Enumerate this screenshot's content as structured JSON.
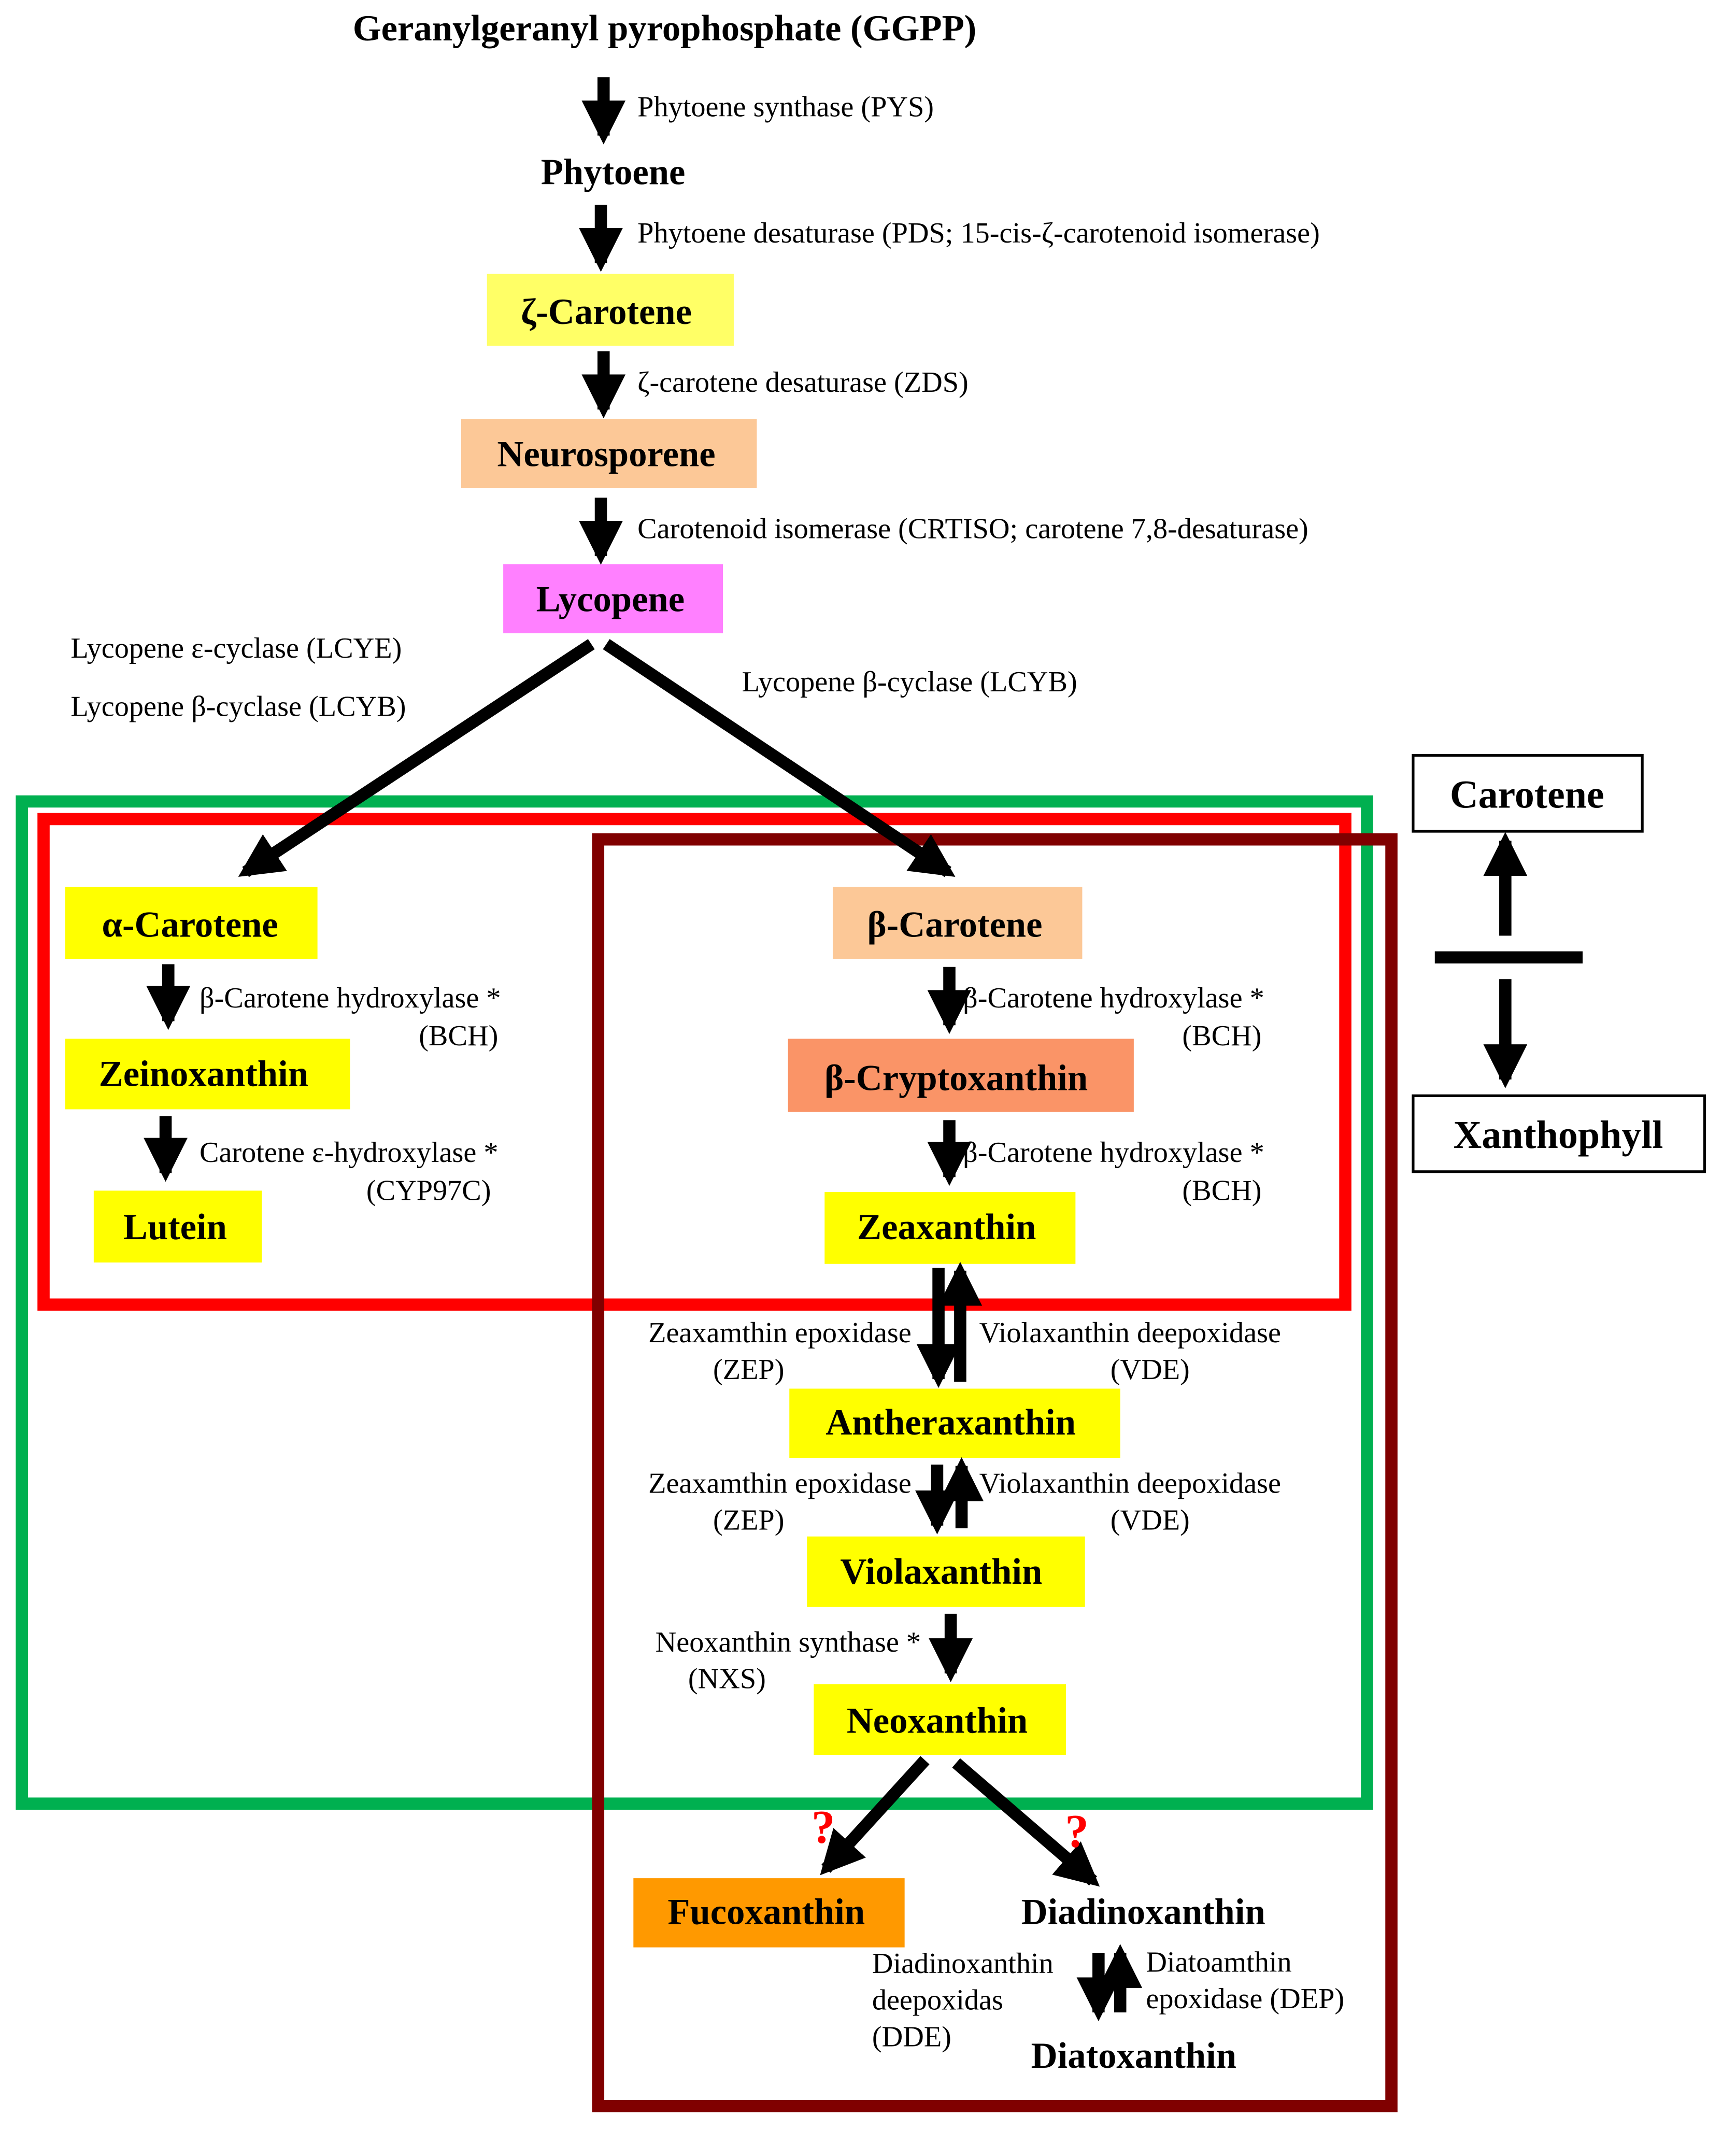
{
  "compounds": {
    "ggpp": "Geranylgeranyl pyrophosphate (GGPP)",
    "phytoene": "Phytoene",
    "zeta_carotene": "ζ-Carotene",
    "neurosporene": "Neurosporene",
    "lycopene": "Lycopene",
    "alpha_carotene": "α-Carotene",
    "zeinoxanthin": "Zeinoxanthin",
    "lutein": "Lutein",
    "beta_carotene": "β-Carotene",
    "beta_cryptoxanthin": "β-Cryptoxanthin",
    "zeaxanthin": "Zeaxanthin",
    "antheraxanthin": "Antheraxanthin",
    "violaxanthin": "Violaxanthin",
    "neoxanthin": "Neoxanthin",
    "fucoxanthin": "Fucoxanthin",
    "diadinoxanthin": "Diadinoxanthin",
    "diatoxanthin": "Diatoxanthin"
  },
  "enzymes": {
    "pys": "Phytoene synthase (PYS)",
    "pds": "Phytoene desaturase (PDS; 15-cis-ζ-carotenoid isomerase)",
    "zds": "ζ-carotene desaturase (ZDS)",
    "crtiso": "Carotenoid isomerase (CRTISO; carotene 7,8-desaturase)",
    "lcye": "Lycopene ε-cyclase (LCYE)",
    "lcyb_left": "Lycopene β-cyclase (LCYB)",
    "lcyb_right": "Lycopene β-cyclase (LCYB)",
    "bch_alpha_name": "β-Carotene hydroxylase *",
    "bch_alpha_abbr": "(BCH)",
    "cyp_name": "Carotene ε-hydroxylase *",
    "cyp_abbr": "(CYP97C)",
    "bch_beta1_name": "β-Carotene hydroxylase *",
    "bch_beta1_abbr": "(BCH)",
    "bch_beta2_name": "β-Carotene hydroxylase *",
    "bch_beta2_abbr": "(BCH)",
    "zep1_name": "Zeaxamthin epoxidase",
    "zep1_abbr": "(ZEP)",
    "vde1_name": "Violaxanthin deepoxidase",
    "vde1_abbr": "(VDE)",
    "zep2_name": "Zeaxamthin epoxidase",
    "zep2_abbr": "(ZEP)",
    "vde2_name": "Violaxanthin deepoxidase",
    "vde2_abbr": "(VDE)",
    "nxs_name": "Neoxanthin synthase *",
    "nxs_abbr": "(NXS)",
    "dde_line1": "Diadinoxanthin",
    "dde_line2": "deepoxidas",
    "dde_line3": "(DDE)",
    "dep_line1": "Diatoamthin",
    "dep_line2": "epoxidase (DEP)"
  },
  "unknown_marks": {
    "fuco": "?",
    "diadino": "?"
  },
  "legend": {
    "carotene": "Carotene",
    "xanthophyll": "Xanthophyll"
  },
  "colors": {
    "yellow": "#ffff00",
    "light_yellow": "#ffff66",
    "peach": "#fcc897",
    "pink": "#ff80ff",
    "salmon": "#fa9467",
    "orange": "#ff9900",
    "green_frame": "#00b050",
    "red_frame": "#ff0000",
    "dark_red_frame": "#800000",
    "question_mark": "#ff0000"
  }
}
